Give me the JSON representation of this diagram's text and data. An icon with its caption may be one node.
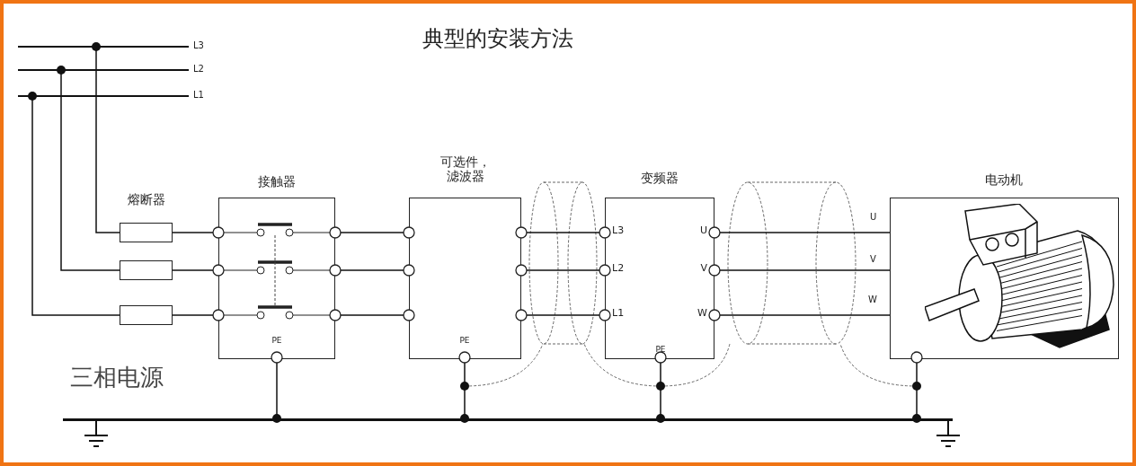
{
  "diagram": {
    "title": "典型的安装方法",
    "nodes": [
      {
        "text": [
          "熔断器"
        ]
      },
      {
        "text": [],
        "shape": "box"
      },
      {
        "text": [],
        "shape": "box"
      },
      {
        "text": [
          "接触器",
          "PE"
        ]
      },
      {
        "text": [
          "可选件，滤波器",
          "PE"
        ]
      },
      {
        "text": [
          "变频器",
          "L3",
          "L2",
          "L1",
          "U",
          "V",
          "W",
          "PE"
        ]
      },
      {
        "text": [
          "电动机"
        ]
      },
      {
        "text": [],
        "shape": "bar",
        "beside": [
          "L3"
        ]
      },
      {
        "text": [],
        "shape": "bar",
        "beside": [
          "L2"
        ]
      },
      {
        "text": [],
        "shape": "bar",
        "beside": [
          "L1"
        ]
      },
      {
        "text": [],
        "shape": "bar"
      }
    ],
    "edges": [
      {
        "from": 0,
        "to": 7,
        "arrow": "other"
      },
      {
        "from": 1,
        "to": 8,
        "arrow": "other"
      },
      {
        "from": 2,
        "to": 9,
        "arrow": "other"
      },
      {
        "from": 0,
        "to": 3,
        "arrow": "none"
      },
      {
        "from": 1,
        "to": 3,
        "arrow": "none"
      },
      {
        "from": 2,
        "to": 3,
        "arrow": "none"
      },
      {
        "from": 3,
        "to": 4,
        "arrow": "none"
      },
      {
        "from": 3,
        "to": 4,
        "arrow": "none"
      },
      {
        "from": 3,
        "to": 4,
        "arrow": "none"
      },
      {
        "from": 4,
        "to": 5,
        "arrow": "none"
      },
      {
        "from": 4,
        "to": 5,
        "arrow": "none"
      },
      {
        "from": 4,
        "to": 5,
        "arrow": "none"
      },
      {
        "from": 5,
        "to": 6,
        "arrow": "none"
      },
      {
        "from": 5,
        "to": 6,
        "arrow": "none"
      },
      {
        "from": 5,
        "to": 6,
        "arrow": "none"
      },
      {
        "from": 3,
        "to": 10,
        "arrow": "other"
      },
      {
        "from": 4,
        "to": 10,
        "arrow": "other"
      },
      {
        "from": 5,
        "to": 10,
        "arrow": "other"
      },
      {
        "from": 6,
        "to": 10,
        "arrow": "other"
      }
    ],
    "labels": [
      "U",
      "V",
      "W",
      "三相电源"
    ]
  }
}
